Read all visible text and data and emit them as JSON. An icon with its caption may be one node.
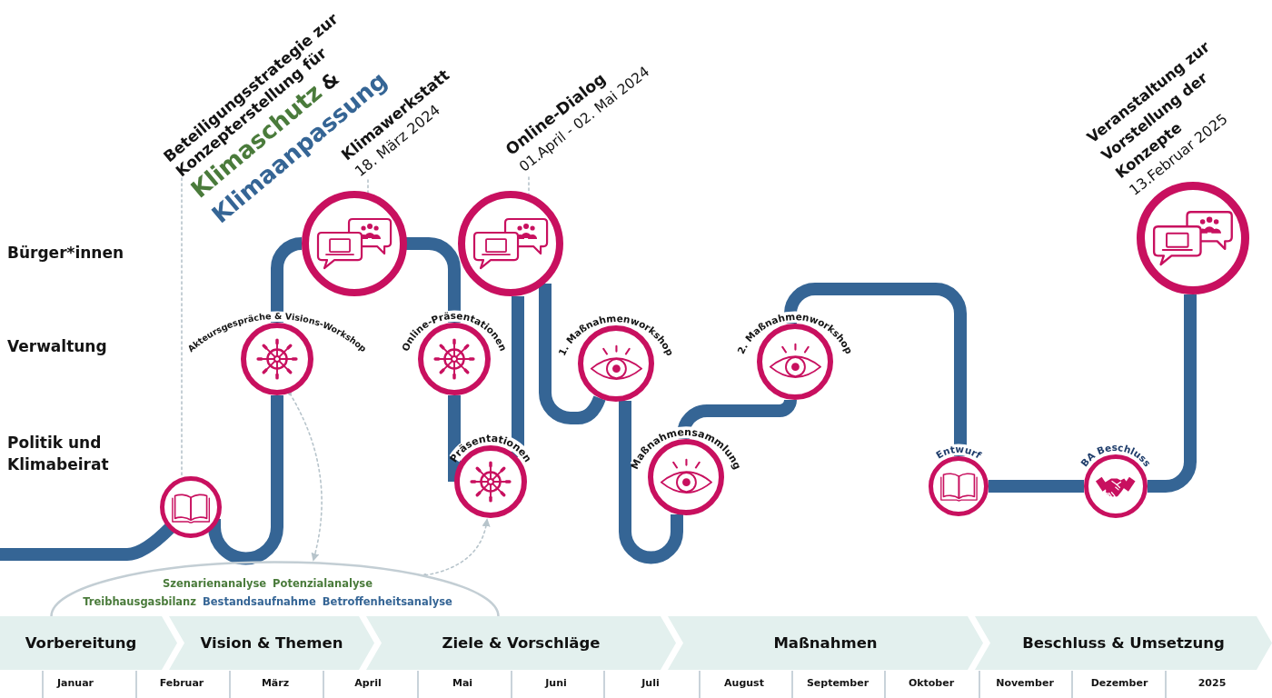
{
  "diagram": {
    "nodes": [
      {
        "text": [
          "Beteiligungsstrategie zur Konzepterstellung für",
          "Klimaschutz",
          "&",
          "Klimaanpassung"
        ]
      },
      {
        "text": [
          "Klimawerkstatt",
          "18. März 2024"
        ]
      },
      {
        "text": [
          "Online-Dialog",
          "01.April - 02. Mai 2024"
        ]
      },
      {
        "text": [
          "Veranstaltung zur Vorstellung der Konzepte",
          "13.Februar 2025"
        ]
      },
      {
        "text": [],
        "shape": "circle"
      },
      {
        "text": [],
        "shape": "circle"
      },
      {
        "text": [
          "Akteursgespräche & Visions-Workshop"
        ]
      },
      {
        "text": [
          "Online-Präsentationen"
        ]
      },
      {
        "text": [
          "1. Maßnahmenworkshop"
        ]
      },
      {
        "text": [
          "2. Maßnahmenworkshop"
        ]
      },
      {
        "text": [
          "Präsentationen"
        ]
      },
      {
        "text": [
          "Maßnahmensammlung"
        ]
      },
      {
        "text": [
          "Entwurf"
        ]
      },
      {
        "text": [
          "BA Beschluss"
        ]
      },
      {
        "text": [],
        "shape": "circle"
      },
      {
        "text": [
          "Szenarienanalyse",
          "Potenzialanalyse",
          "Treibhausgasbilanz",
          "Bestandsaufnahme",
          "Betroffenheitsanalyse"
        ]
      },
      {
        "text": [
          "Vorbereitung"
        ]
      },
      {
        "text": [
          "Vision & Themen"
        ]
      },
      {
        "text": [
          "Ziele & Vorschläge"
        ]
      },
      {
        "text": [
          "Maßnahmen"
        ]
      },
      {
        "text": [
          "Beschluss & Umsetzung"
        ]
      }
    ],
    "edges": [
      {
        "from": null,
        "to": 14,
        "arrow": "none"
      },
      {
        "from": 14,
        "to": 6,
        "arrow": "none"
      },
      {
        "from": 6,
        "to": 4,
        "arrow": "none"
      },
      {
        "from": 4,
        "to": 7,
        "arrow": "none"
      },
      {
        "from": 7,
        "to": 10,
        "arrow": "none"
      },
      {
        "from": 10,
        "to": 5,
        "arrow": "none"
      },
      {
        "from": 5,
        "to": 8,
        "arrow": "none"
      },
      {
        "from": 8,
        "to": 11,
        "arrow": "none"
      },
      {
        "from": 11,
        "to": 9,
        "arrow": "none"
      },
      {
        "from": 9,
        "to": 12,
        "arrow": "none"
      },
      {
        "from": 12,
        "to": 13,
        "arrow": "none"
      },
      {
        "from": 13,
        "to": 3,
        "arrow": "none"
      },
      {
        "from": 0,
        "to": 14,
        "arrow": "none",
        "style": "dashed",
        "color": "#b7c4cb"
      },
      {
        "from": 1,
        "to": 4,
        "arrow": "none",
        "style": "dashed",
        "color": "#b7c4cb"
      },
      {
        "from": 2,
        "to": 5,
        "arrow": "none",
        "style": "dashed",
        "color": "#b7c4cb"
      },
      {
        "from": 6,
        "to": 15,
        "arrow": "to",
        "style": "dashed",
        "color": "#b7c4cb"
      },
      {
        "from": 15,
        "to": 10,
        "arrow": "to",
        "style": "dashed",
        "color": "#b7c4cb"
      }
    ],
    "labels": [
      "Bürger*innen",
      "Verwaltung",
      "Politik und Klimabeirat",
      "Januar",
      "Februar",
      "März",
      "April",
      "Mai",
      "Juni",
      "Juli",
      "August",
      "September",
      "Oktober",
      "November",
      "Dezember",
      "2025"
    ]
  }
}
